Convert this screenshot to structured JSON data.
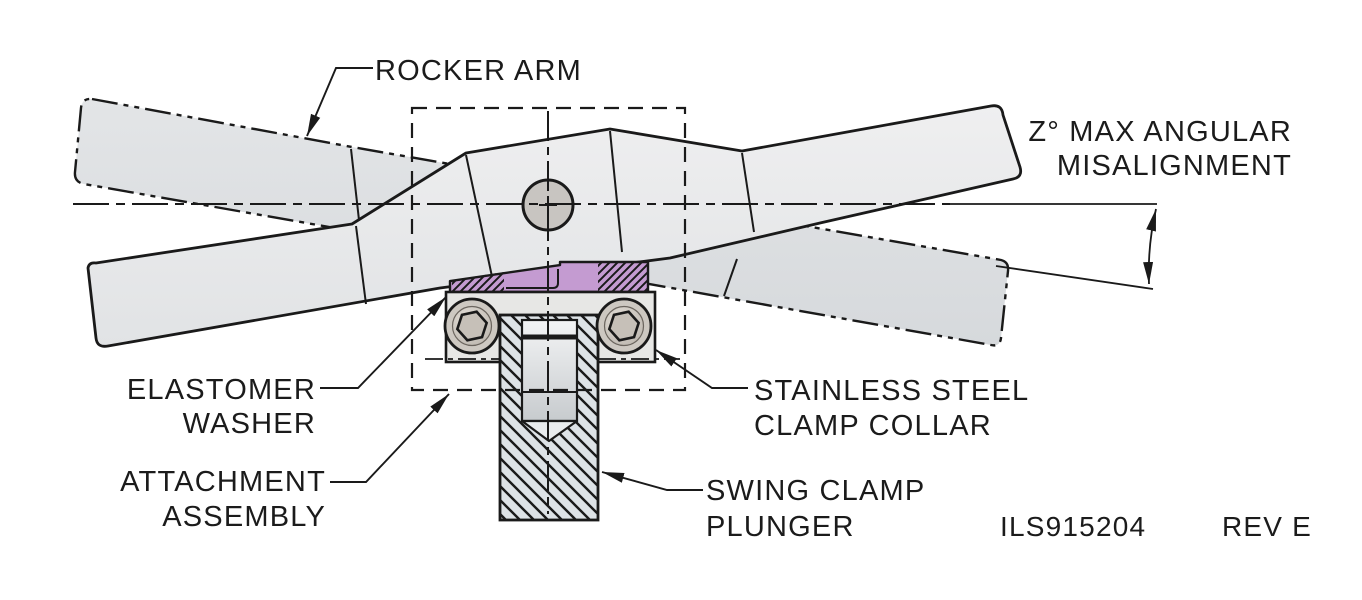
{
  "document": {
    "type": "technical-assembly-drawing",
    "part_number": "ILS915204",
    "revision": "REV E"
  },
  "callouts": {
    "rocker_arm": "ROCKER ARM",
    "misalignment_line1": "Z° MAX ANGULAR",
    "misalignment_line2": "MISALIGNMENT",
    "elastomer_line1": "ELASTOMER",
    "elastomer_line2": "WASHER",
    "attachment_line1": "ATTACHMENT",
    "attachment_line2": "ASSEMBLY",
    "collar_line1": "STAINLESS STEEL",
    "collar_line2": "CLAMP COLLAR",
    "plunger_line1": "SWING CLAMP",
    "plunger_line2": "PLUNGER"
  },
  "colors": {
    "background": "#ffffff",
    "line": "#1a1a1a",
    "solid_arm_fill": "#e9eaec",
    "phantom_arm_fill": "#dcdfe2",
    "washer_fill": "#c49bd1",
    "collar_fill": "#e7e7e5",
    "plunger_fill": "#dde2e6",
    "bore_fill": "#eceeef",
    "screw_outer_fill": "#cdc8c1",
    "screw_inner_fill": "#dbd6cf",
    "pivot_fill": "#c8c5c1"
  }
}
